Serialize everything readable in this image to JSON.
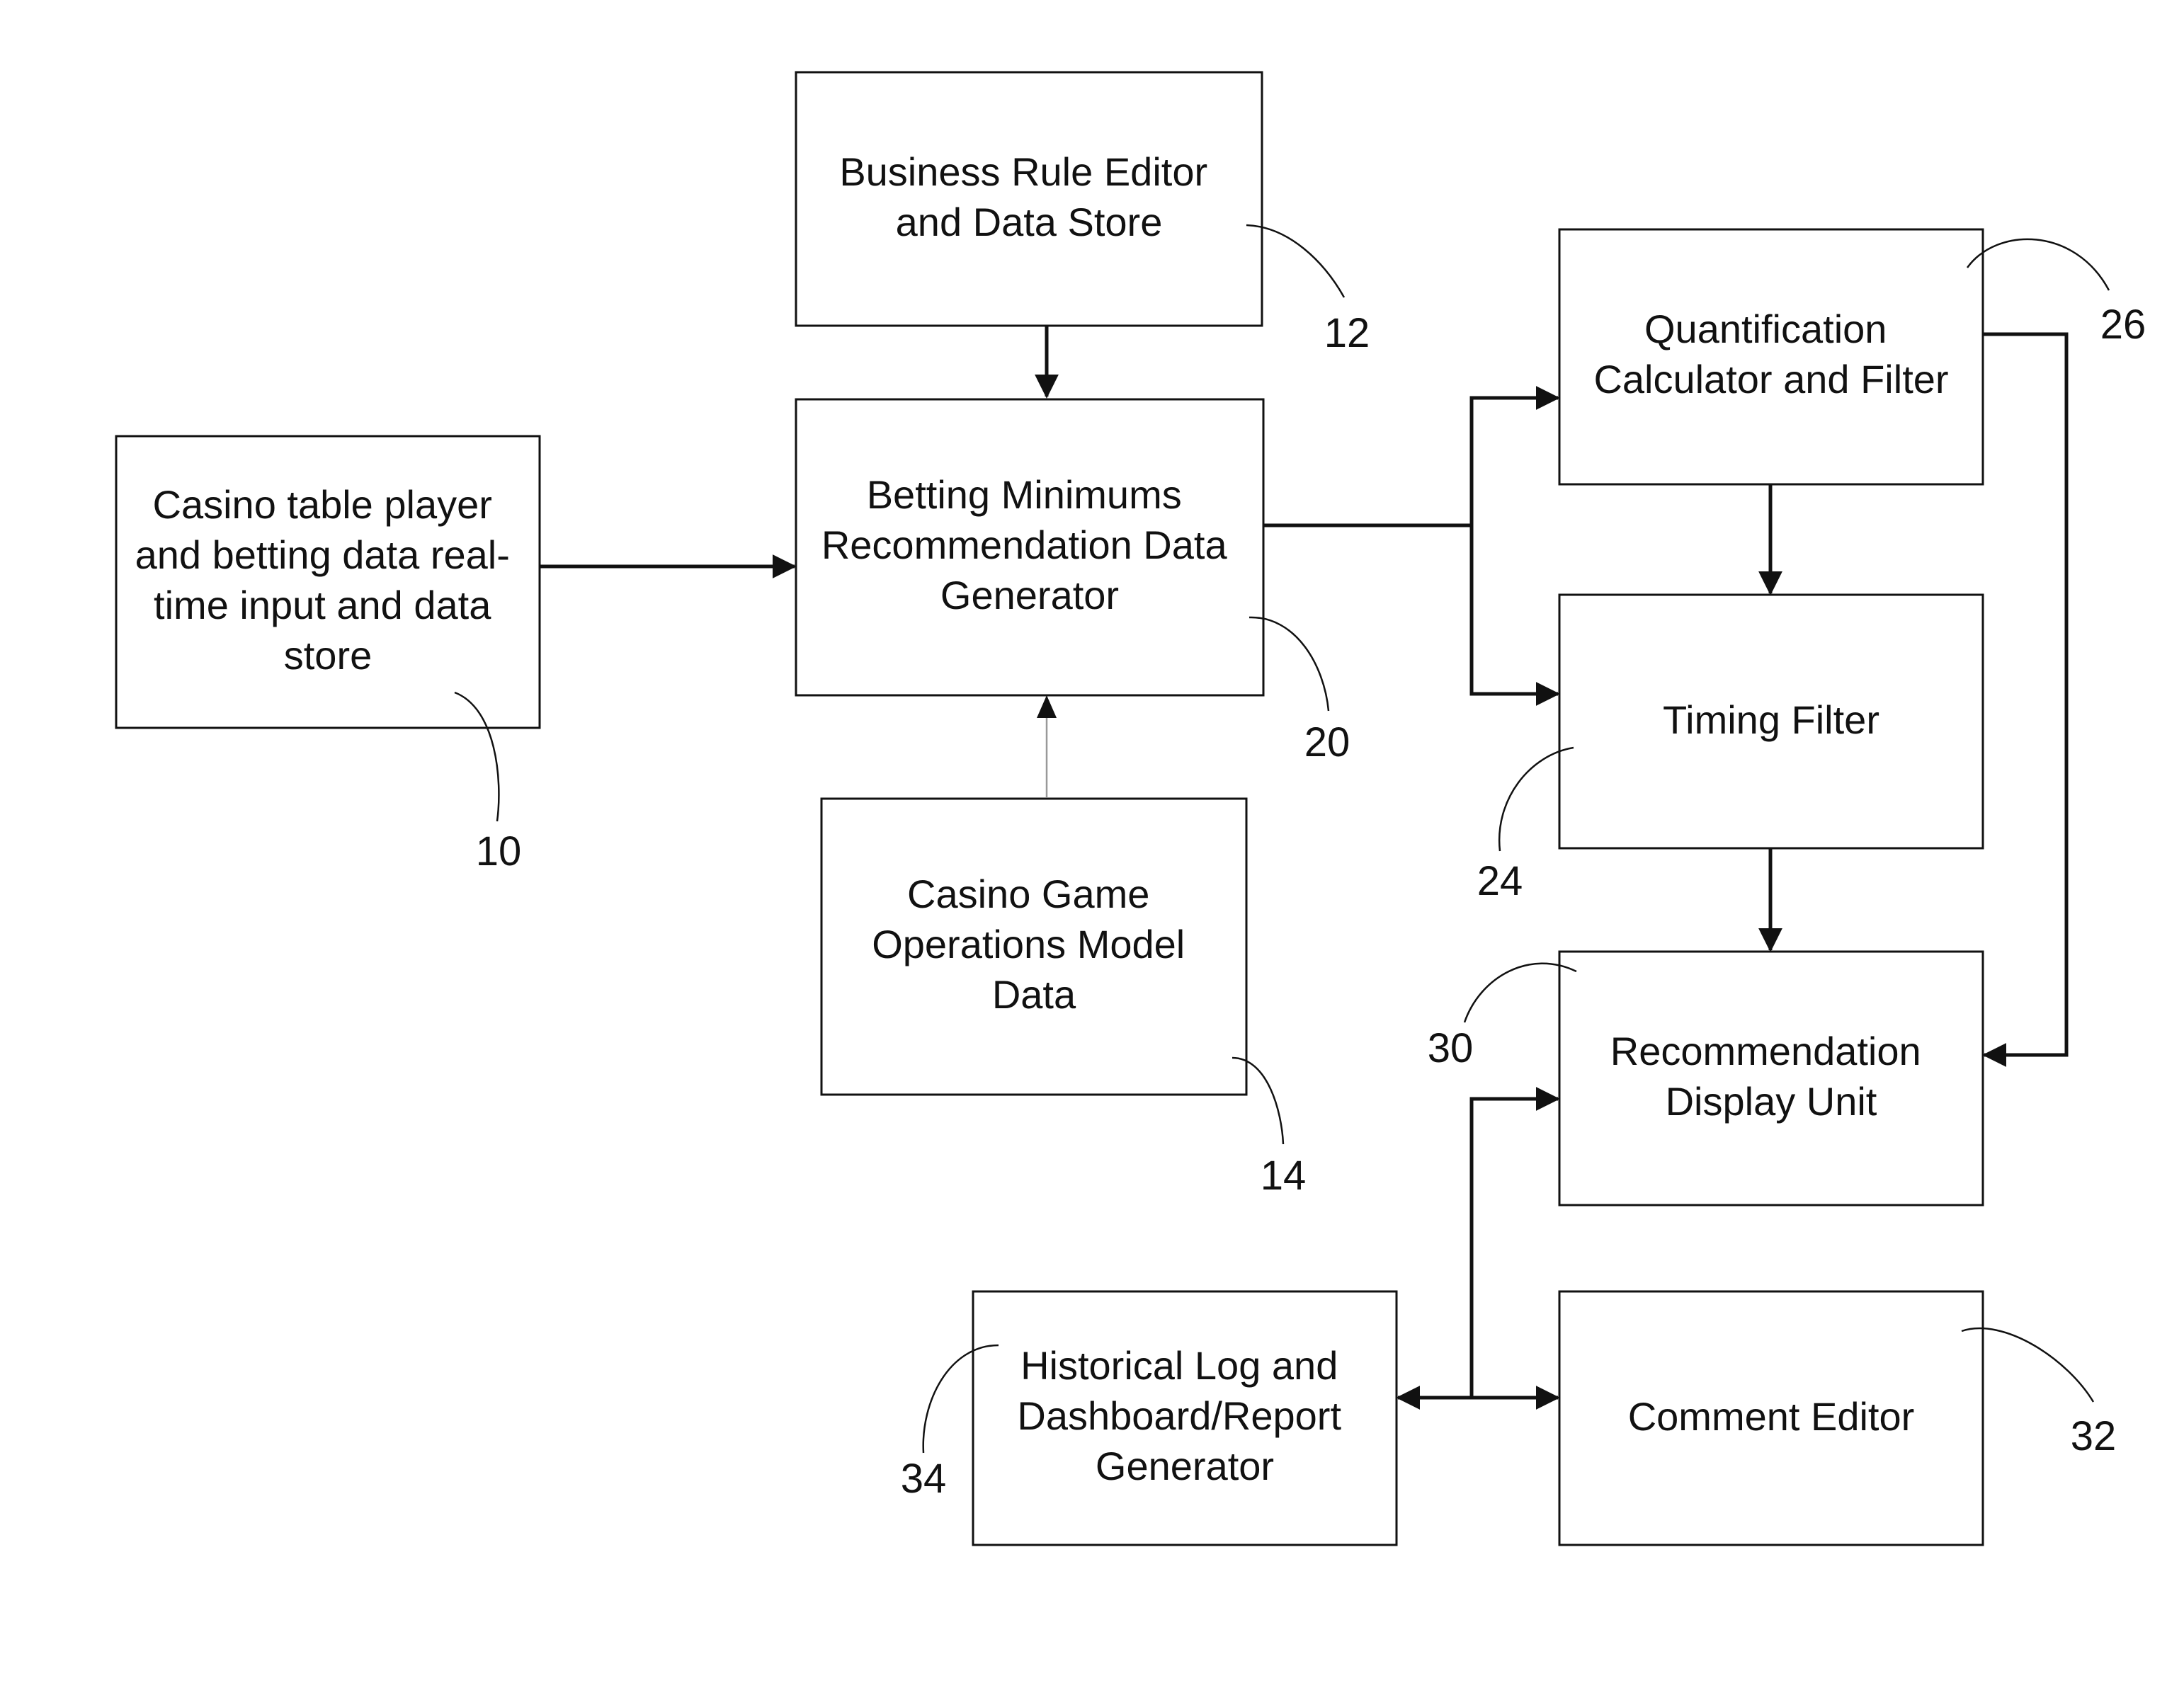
{
  "boxes": {
    "box_10": {
      "lines": [
        "Casino table player",
        "and betting data real-",
        "time input and data",
        "store"
      ],
      "ref": "10"
    },
    "box_12": {
      "lines": [
        "Business Rule Editor",
        "and Data Store"
      ],
      "ref": "12"
    },
    "box_20": {
      "lines": [
        "Betting Minimums",
        "Recommendation Data",
        "Generator"
      ],
      "ref": "20"
    },
    "box_14": {
      "lines": [
        "Casino Game",
        "Operations Model",
        "Data"
      ],
      "ref": "14"
    },
    "box_26": {
      "lines": [
        "Quantification",
        "Calculator and Filter"
      ],
      "ref": "26"
    },
    "box_24": {
      "lines": [
        "Timing Filter"
      ],
      "ref": "24"
    },
    "box_30": {
      "lines": [
        "Recommendation",
        "Display Unit"
      ],
      "ref": "30"
    },
    "box_34": {
      "lines": [
        "Historical Log and",
        "Dashboard/Report",
        "Generator"
      ],
      "ref": "34"
    },
    "box_32": {
      "lines": [
        "Comment Editor"
      ],
      "ref": "32"
    }
  }
}
